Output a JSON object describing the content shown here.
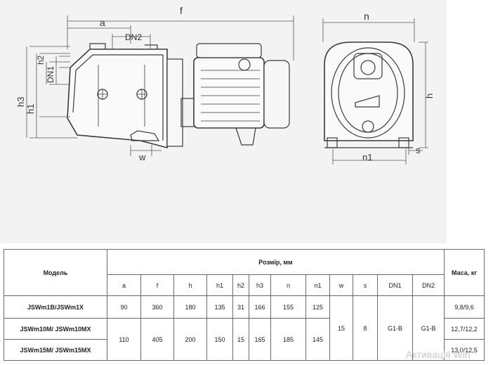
{
  "drawing": {
    "side_labels": {
      "f": "f",
      "a": "a",
      "dn2": "DN2",
      "h2": "h2",
      "dn1": "DN1",
      "h3": "h3",
      "h1": "h1",
      "w": "w"
    },
    "front_labels": {
      "n": "n",
      "h": "h",
      "n1": "n1",
      "s": "s"
    }
  },
  "table": {
    "model_header": "Модель",
    "size_header": "Розмір, мм",
    "mass_header": "Маса, кг",
    "columns": [
      "a",
      "f",
      "h",
      "h1",
      "h2",
      "h3",
      "n",
      "n1",
      "w",
      "s",
      "DN1",
      "DN2"
    ],
    "rows": [
      {
        "model": "JSWm1B/JSWm1X",
        "a": "90",
        "f": "360",
        "h": "180",
        "h1": "135",
        "h2": "31",
        "h3": "166",
        "n": "155",
        "n1": "125",
        "mass": "9,8/9,6"
      },
      {
        "model": "JSWm10M/ JSWm10MX",
        "mass": "12,7/12,2"
      },
      {
        "model": "JSWm15M/ JSWm15MX",
        "h2": "15",
        "h3": "165",
        "mass": "13,0/12,5"
      }
    ],
    "merged": {
      "a": "110",
      "f": "405",
      "h": "200",
      "h1": "150",
      "n": "185",
      "n1": "145",
      "w": "15",
      "s": "8",
      "dn1": "G1-B",
      "dn2": "G1-B"
    }
  },
  "watermark": "Активація Win"
}
